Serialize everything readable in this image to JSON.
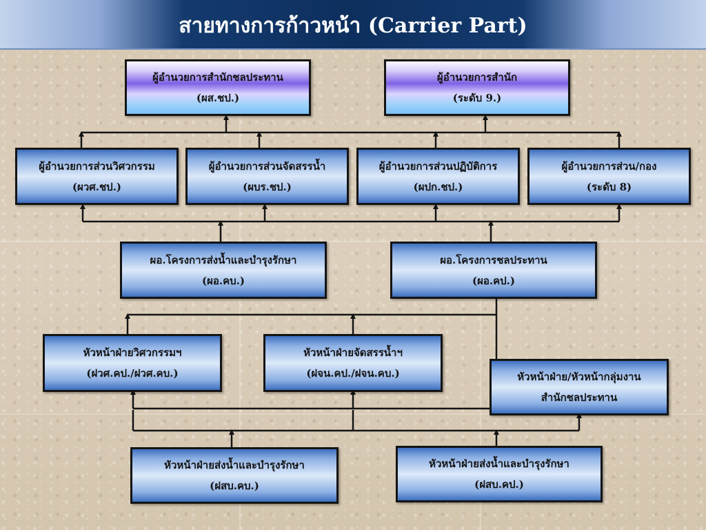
{
  "title": "สายทางการก้าวหน้า (Carrier Part)",
  "colors": {
    "title_bar": "#0d2f5e",
    "box_blue": "#8cb0e4",
    "box_purple": "#7f62e6",
    "line": "#141414"
  },
  "level1": [
    {
      "line1": "ผู้อำนวยการสำนักชลประทาน",
      "line2": "(ผส.ชป.)"
    },
    {
      "line1": "ผู้อำนวยการสำนัก",
      "line2": "(ระดับ 9.)"
    }
  ],
  "level2": [
    {
      "line1": "ผู้อำนวยการส่วนวิศวกรรม",
      "line2": "(ผวศ.ชป.)"
    },
    {
      "line1": "ผู้อำนวยการส่วนจัดสรรน้ำ",
      "line2": "(ผบร.ชป.)"
    },
    {
      "line1": "ผู้อำนวยการส่วนปฏิบัติการ",
      "line2": "(ผปก.ชป.)"
    },
    {
      "line1": "ผู้อำนวยการส่วน/กอง",
      "line2": "(ระดับ 8)"
    }
  ],
  "level3": [
    {
      "line1": "ผอ.โครงการส่งน้ำและบำรุงรักษา",
      "line2": "(ผอ.คบ.)"
    },
    {
      "line1": "ผอ.โครงการชลประทาน",
      "line2": "(ผอ.คป.)"
    }
  ],
  "level4": [
    {
      "line1": "หัวหน้าฝ่ายวิศวกรรมฯ",
      "line2": "(ฝวศ.คป./ฝวศ.คบ.)"
    },
    {
      "line1": "หัวหน้าฝ่ายจัดสรรน้ำฯ",
      "line2": "(ฝจน.คป./ฝจน.คบ.)"
    },
    {
      "line1": "หัวหน้าฝ่าย/หัวหน้ากลุ่มงาน",
      "line2": "สำนักชลประทาน"
    }
  ],
  "level5": [
    {
      "line1": "หัวหน้าฝ่ายส่งน้ำและบำรุงรักษา",
      "line2": "(ฝสบ.คบ.)"
    },
    {
      "line1": "หัวหน้าฝ่ายส่งน้ำและบำรุงรักษา",
      "line2": "(ฝสบ.คป.)"
    }
  ]
}
